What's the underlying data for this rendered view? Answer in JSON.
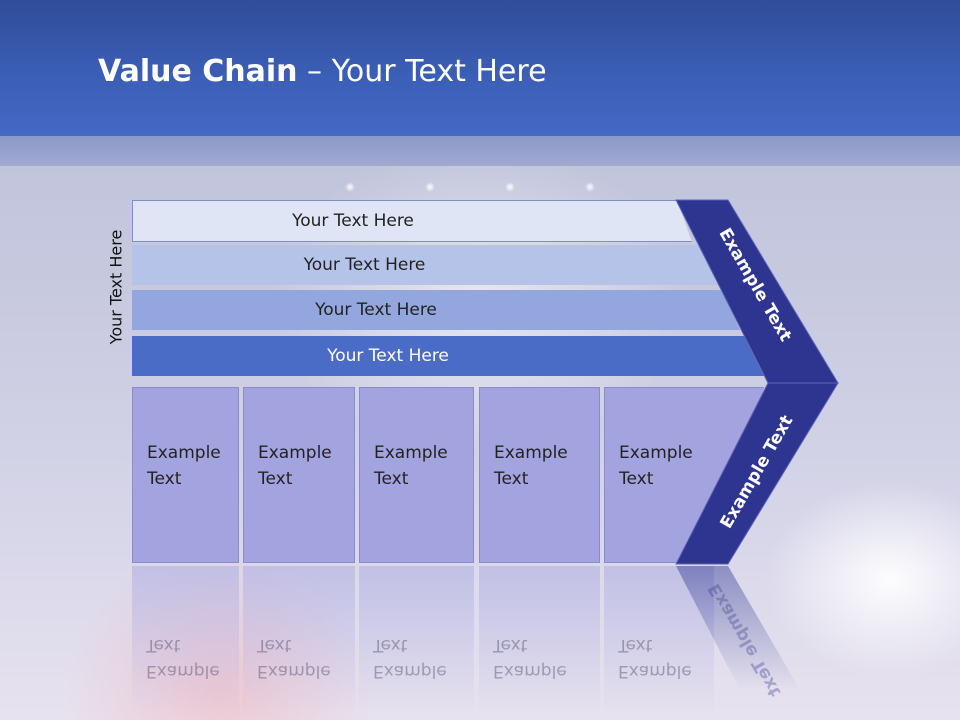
{
  "slide": {
    "title_bold": "Value Chain",
    "title_rest": " – Your Text Here"
  },
  "side_label": "Your Text Here",
  "bars": [
    {
      "label": "Your Text Here"
    },
    {
      "label": "Your Text Here"
    },
    {
      "label": "Your Text Here"
    },
    {
      "label": "Your Text Here"
    }
  ],
  "boxes": [
    {
      "line1": "Example",
      "line2": "Text"
    },
    {
      "line1": "Example",
      "line2": "Text"
    },
    {
      "line1": "Example",
      "line2": "Text"
    },
    {
      "line1": "Example",
      "line2": "Text"
    },
    {
      "line1": "Example",
      "line2": "Text"
    }
  ],
  "chevrons": {
    "upper": "Example Text",
    "lower": "Example Text"
  },
  "colors": {
    "header": "#3c5fb8",
    "chevron": "#2e3591",
    "box": "#a3a3e0"
  }
}
